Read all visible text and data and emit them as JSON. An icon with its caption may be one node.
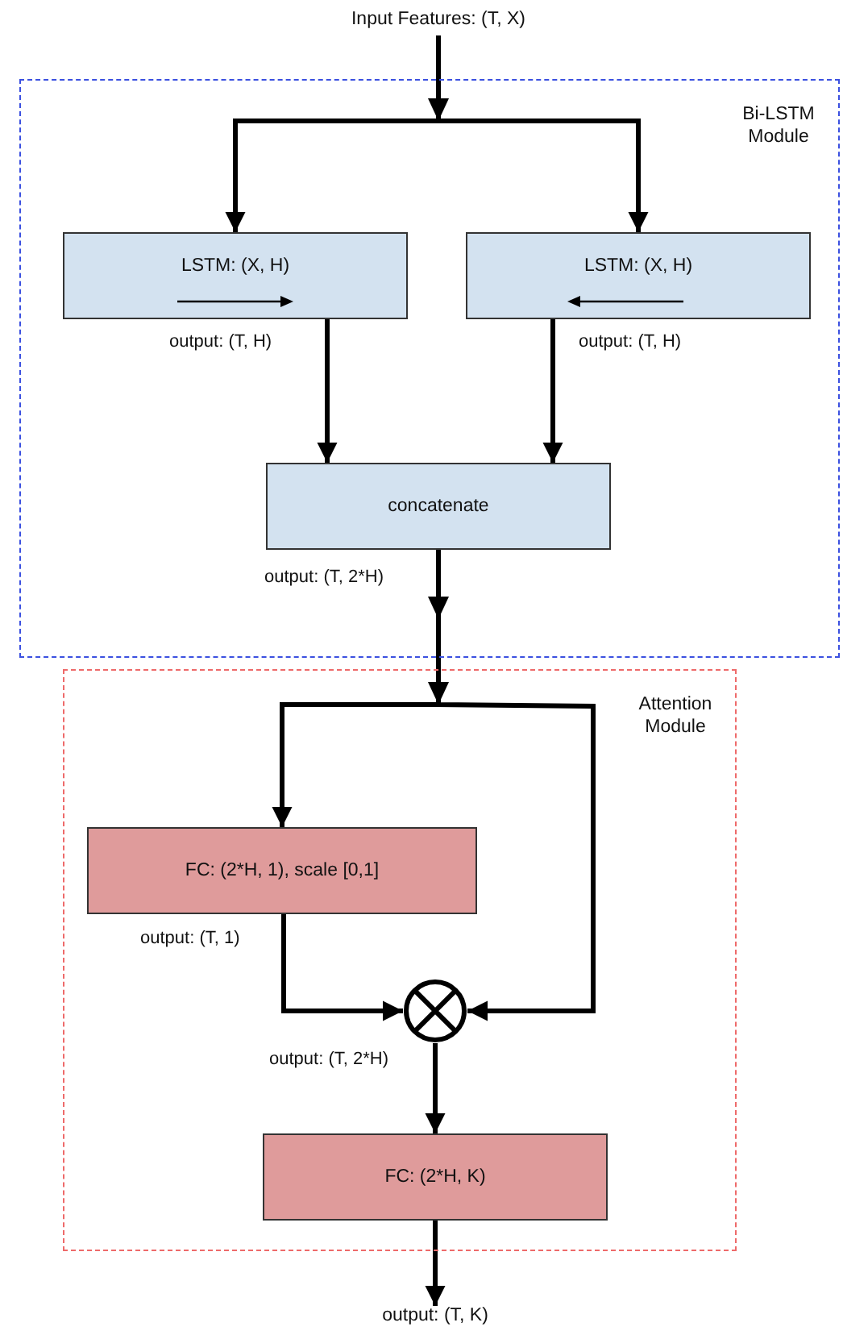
{
  "diagram": {
    "nodes": [
      {
        "text": [
          "Input Features: (T, X)"
        ]
      },
      {
        "text": [
          "Bi-LSTM Module"
        ]
      },
      {
        "text": [
          "LSTM: (X, H)"
        ],
        "in": 1
      },
      {
        "text": [
          "LSTM: (X, H)"
        ],
        "in": 1
      },
      {
        "text": [
          "concatenate"
        ],
        "in": 1
      },
      {
        "text": [
          "Attention Module"
        ]
      },
      {
        "text": [
          "FC: (2*H, 1), scale [0,1]"
        ],
        "in": 5
      },
      {
        "text": [],
        "shape": "circle",
        "in": 5
      },
      {
        "text": [
          "FC: (2*H, K)"
        ],
        "in": 5
      },
      {
        "text": [
          "output: (T, K)"
        ]
      }
    ],
    "edges": [
      {
        "from": 0,
        "to": 2,
        "arrow": "to"
      },
      {
        "from": 0,
        "to": 3,
        "arrow": "to"
      },
      {
        "from": 2,
        "to": 4,
        "arrow": "to",
        "label": "output: (T, H)"
      },
      {
        "from": 3,
        "to": 4,
        "arrow": "to",
        "label": "output: (T, H)"
      },
      {
        "from": 4,
        "to": 6,
        "arrow": "to",
        "label": "output: (T, 2*H)"
      },
      {
        "from": 4,
        "to": 7,
        "arrow": "to"
      },
      {
        "from": 6,
        "to": 7,
        "arrow": "to",
        "label": "output: (T, 1)"
      },
      {
        "from": 7,
        "to": 8,
        "arrow": "to",
        "label": "output: (T, 2*H)"
      },
      {
        "from": 8,
        "to": 9,
        "arrow": "to"
      }
    ]
  }
}
